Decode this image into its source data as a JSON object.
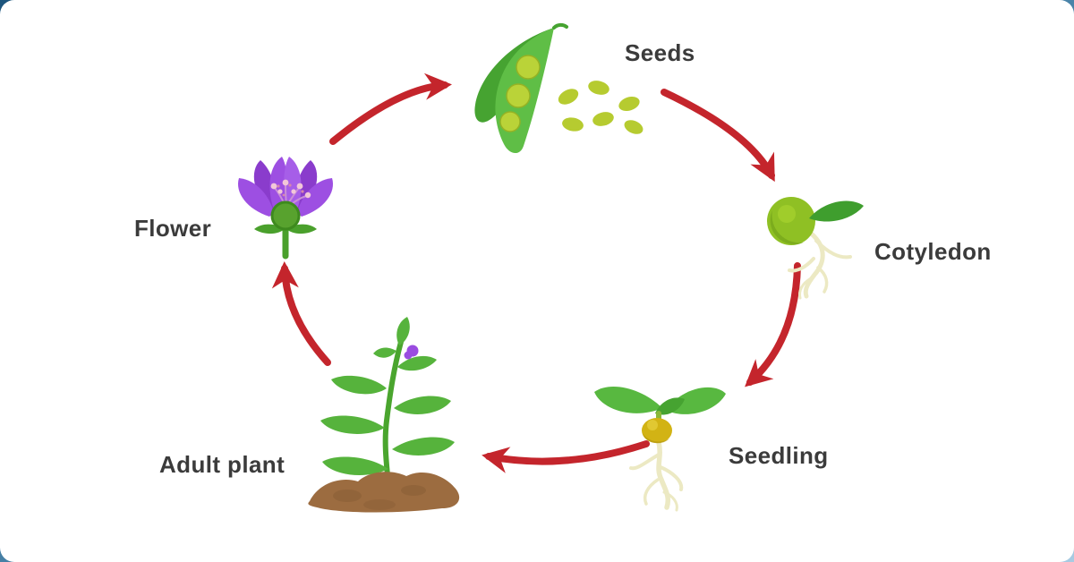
{
  "diagram": {
    "subject": "Plant life cycle",
    "stages": [
      {
        "id": "seeds",
        "label": "Seeds"
      },
      {
        "id": "cotyledon",
        "label": "Cotyledon"
      },
      {
        "id": "seedling",
        "label": "Seedling"
      },
      {
        "id": "adult-plant",
        "label": "Adult plant"
      },
      {
        "id": "flower",
        "label": "Flower"
      }
    ],
    "cycle_order": [
      "Seeds",
      "Cotyledon",
      "Seedling",
      "Adult plant",
      "Flower"
    ],
    "arrow_count": 5,
    "colors": {
      "arrow_red": "#c4252c",
      "label_text": "#3b3b3b",
      "leaf_green": "#56b33c",
      "dark_leaf_green": "#3f9e2e",
      "pea_yellow_green": "#bad338",
      "scattered_seed": "#b6cb30",
      "cotyledon_seed": "#8fc024",
      "seed_husk_yellow": "#d2b314",
      "root_cream": "#ece9c3",
      "petal_purple": "#9d4fe2",
      "petal_purple_dark": "#8a3ccc",
      "ovary_green": "#58a22e",
      "stamen_pink": "#f2c7d8",
      "soil_brown": "#9c6c40",
      "card_background": "#ffffff",
      "page_corner_blue": "#1d567e"
    }
  }
}
